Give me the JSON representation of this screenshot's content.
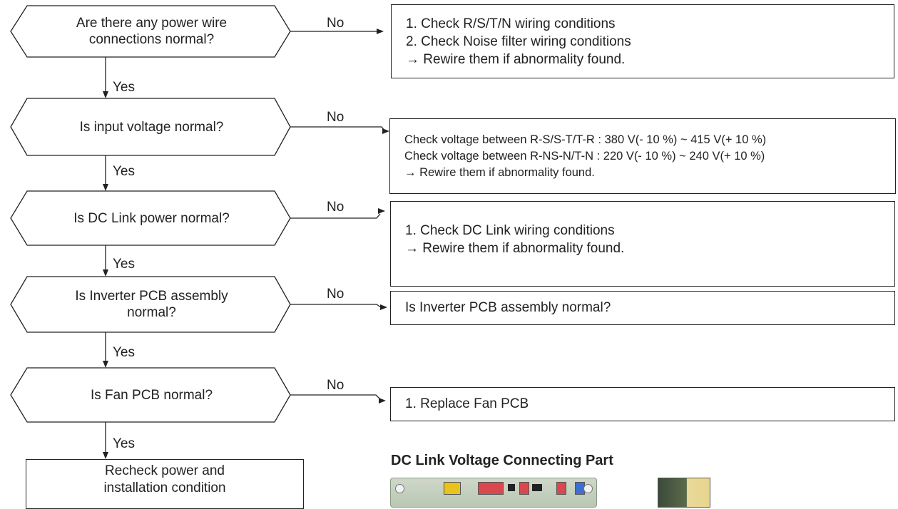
{
  "diagram": {
    "decisions": [
      {
        "id": "d1",
        "lines": [
          "Are there any power wire",
          "connections normal?"
        ],
        "no_label": "No",
        "yes_label": "Yes"
      },
      {
        "id": "d2",
        "lines": [
          "Is input voltage normal?"
        ],
        "no_label": "No",
        "yes_label": "Yes"
      },
      {
        "id": "d3",
        "lines": [
          "Is DC Link power normal?"
        ],
        "no_label": "No",
        "yes_label": "Yes"
      },
      {
        "id": "d4",
        "lines": [
          "Is Inverter PCB assembly",
          "normal?"
        ],
        "no_label": "No",
        "yes_label": "Yes"
      },
      {
        "id": "d5",
        "lines": [
          "Is Fan PCB normal?"
        ],
        "no_label": "No",
        "yes_label": "Yes"
      }
    ],
    "actions": [
      {
        "id": "a1",
        "lines": [
          "1. Check R/S/T/N wiring conditions",
          "2. Check Noise filter wiring conditions",
          "→ Rewire them if abnormality found."
        ]
      },
      {
        "id": "a2",
        "lines": [
          "Check voltage between R-S/S-T/T-R : 380 V(- 10 %) ~ 415 V(+ 10 %)",
          "Check voltage between R-NS-N/T-N : 220 V(- 10 %) ~ 240 V(+ 10 %)",
          "→ Rewire them if abnormality found."
        ]
      },
      {
        "id": "a3",
        "lines": [
          "1. Check DC Link wiring conditions",
          "→ Rewire them if abnormality found."
        ]
      },
      {
        "id": "a4",
        "lines": [
          "Is Inverter PCB assembly normal?"
        ]
      },
      {
        "id": "a5",
        "lines": [
          "1. Replace Fan PCB"
        ]
      }
    ],
    "terminal": {
      "lines": [
        "Recheck power and",
        "installation condition"
      ]
    },
    "photo_heading": "DC Link Voltage Connecting Part"
  },
  "colors": {
    "line": "#222222",
    "background": "#ffffff"
  }
}
